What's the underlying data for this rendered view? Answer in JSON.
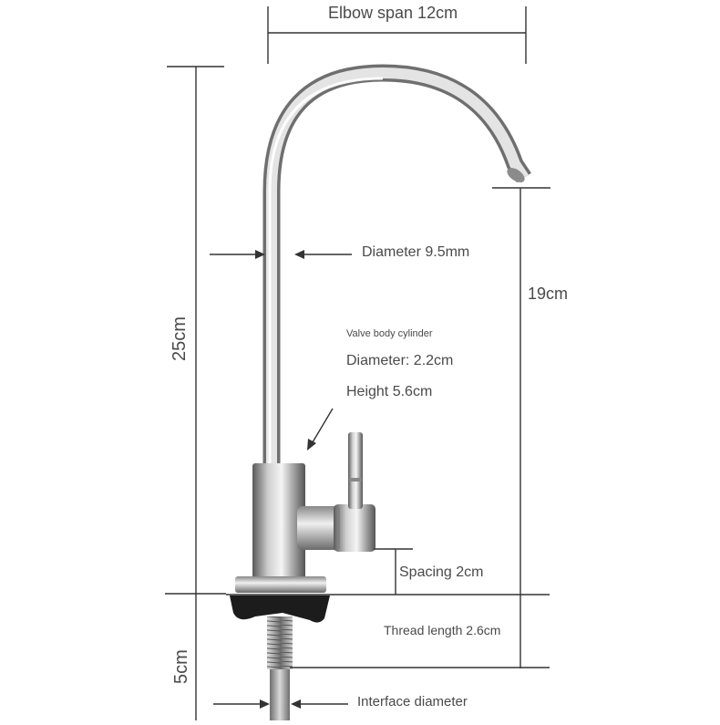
{
  "labels": {
    "elbow_span": "Elbow span 12cm",
    "diameter": "Diameter 9.5mm",
    "valve_body": "Valve body cylinder",
    "valve_diameter": "Diameter: 2.2cm",
    "valve_height": "Height 5.6cm",
    "spacing": "Spacing 2cm",
    "thread_length": "Thread length 2.6cm",
    "interface_diameter": "Interface diameter",
    "height_19": "19cm",
    "height_25": "25cm",
    "height_5": "5cm"
  },
  "colors": {
    "dimension_line": "#333333",
    "steel_light": "#e6e6e6",
    "steel_dark": "#7a7a7a",
    "base_black": "#1c1c1c"
  }
}
